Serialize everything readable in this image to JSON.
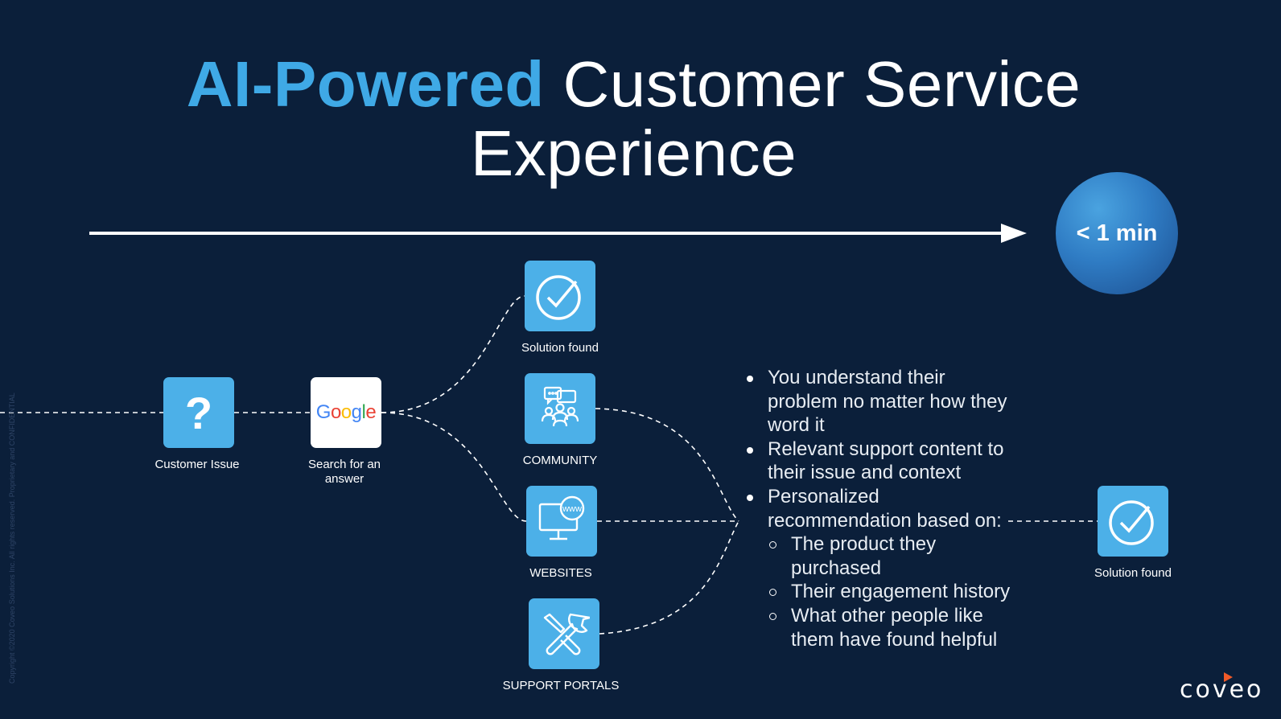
{
  "title": {
    "accent": "AI-Powered",
    "rest": "Customer Service",
    "line2": "Experience"
  },
  "timer": {
    "label": "< 1 min"
  },
  "nodes": {
    "issue": {
      "label": "Customer Issue",
      "glyph": "?"
    },
    "search": {
      "label": "Search for an answer",
      "logo": "Google"
    },
    "solution_top": {
      "label": "Solution found"
    },
    "community": {
      "label": "COMMUNITY"
    },
    "websites": {
      "label": "WEBSITES",
      "www": "www"
    },
    "portals": {
      "label": "SUPPORT PORTALS"
    },
    "solution_right": {
      "label": "Solution found"
    }
  },
  "bullets": {
    "b1": "You understand their problem no matter how they word it",
    "b2": "Relevant support content to their issue and context",
    "b3": "Personalized recommendation based on:",
    "sub1": "The product they purchased",
    "sub2": "Their engagement history",
    "sub3": "What other people like them have found helpful"
  },
  "footer": {
    "copyright": "Copyright ©2020 Coveo Solutions Inc. All rights reserved. Proprietary and CONFIDENTIAL",
    "logo": "coveo"
  },
  "colors": {
    "background": "#0b1f3a",
    "accent": "#3fa9e6",
    "tile": "#4cb0e8",
    "logo_mark": "#f05a28"
  }
}
